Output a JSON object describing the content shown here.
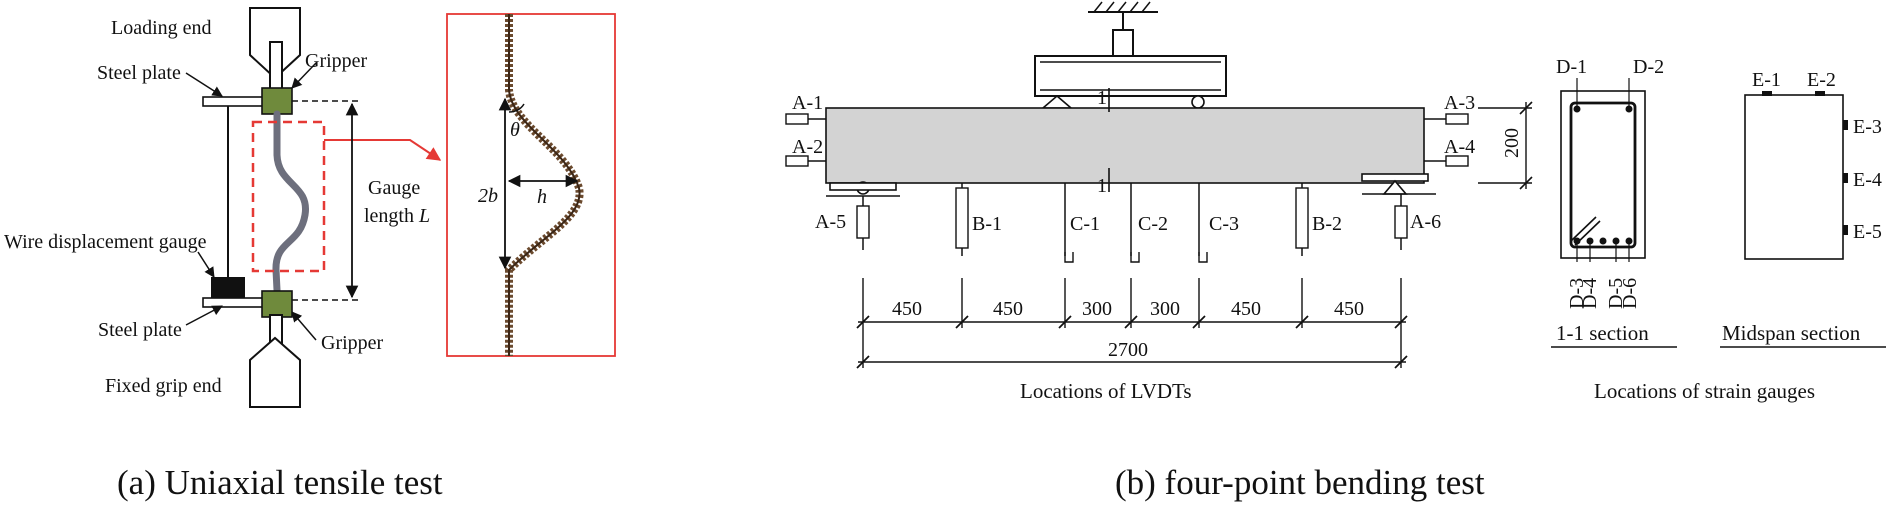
{
  "panel_a": {
    "caption": "(a) Uniaxial tensile test",
    "labels": {
      "loading_end": "Loading end",
      "steel_plate_top": "Steel plate",
      "gripper_top": "Gripper",
      "gauge_length_line1": "Gauge",
      "gauge_length_line2": "length",
      "gauge_length_var": "L",
      "wire_gauge": "Wire displacement gauge",
      "steel_plate_bottom": "Steel plate",
      "gripper_bottom": "Gripper",
      "fixed_grip_end": "Fixed grip end"
    },
    "detail": {
      "theta": "θ",
      "two_b": "2b",
      "h": "h"
    },
    "colors": {
      "gripper": "#6f8a3c",
      "highlight": "#e53935",
      "rebar": "#6b4a2e",
      "tendon": "#6d6f7d"
    }
  },
  "panel_b": {
    "caption": "(b) four-point bending test",
    "lvdt_labels": {
      "a1": "A-1",
      "a2": "A-2",
      "a3": "A-3",
      "a4": "A-4",
      "a5": "A-5",
      "a6": "A-6",
      "b1": "B-1",
      "b2": "B-2",
      "c1": "C-1",
      "c2": "C-2",
      "c3": "C-3"
    },
    "section_mark": "1",
    "beam_height": "200",
    "spans": [
      "450",
      "450",
      "300",
      "300",
      "450",
      "450"
    ],
    "total_span": "2700",
    "lvdt_title": "Locations of LVDTs",
    "section_1_labels": {
      "d1": "D-1",
      "d2": "D-2",
      "d3": "D-3",
      "d4": "D-4",
      "d5": "D-5",
      "d6": "D-6"
    },
    "section_1_title": "1-1 section",
    "midspan_labels": {
      "e1": "E-1",
      "e2": "E-2",
      "e3": "E-3",
      "e4": "E-4",
      "e5": "E-5"
    },
    "midspan_title": "Midspan section",
    "strain_title": "Locations of  strain gauges",
    "colors": {
      "beam_fill": "#d3d3d3"
    }
  }
}
